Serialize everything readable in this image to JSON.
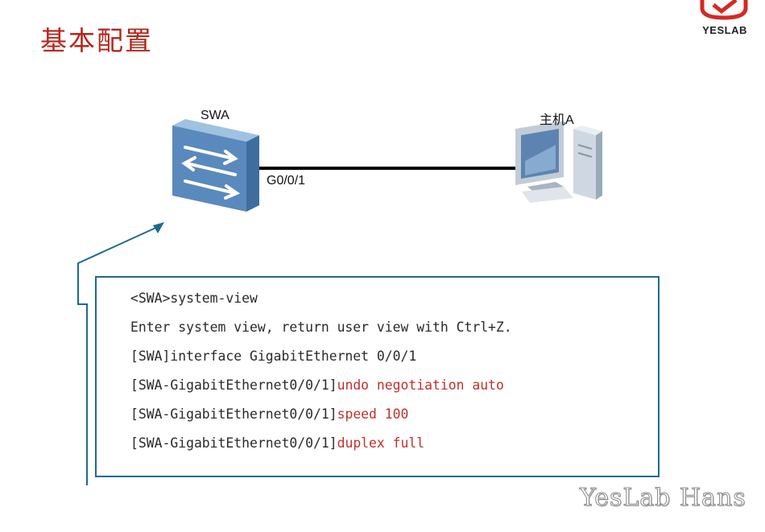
{
  "slide": {
    "title": "基本配置"
  },
  "logo": {
    "text": "YESLAB"
  },
  "topology": {
    "switch_name": "SWA",
    "host_name": "主机A",
    "port_label": "G0/0/1"
  },
  "cli": {
    "lines": [
      {
        "prompt": "<SWA>system-view",
        "command": ""
      },
      {
        "prompt": "Enter system view, return user view with Ctrl+Z.",
        "command": ""
      },
      {
        "prompt": "[SWA]interface GigabitEthernet 0/0/1",
        "command": ""
      },
      {
        "prompt": "[SWA-GigabitEthernet0/0/1]",
        "command": "undo negotiation auto"
      },
      {
        "prompt": "[SWA-GigabitEthernet0/0/1]",
        "command": "speed 100"
      },
      {
        "prompt": "[SWA-GigabitEthernet0/0/1]",
        "command": "duplex full"
      }
    ]
  },
  "watermark": {
    "text": "YesLab Hans"
  },
  "colors": {
    "title": "#b5271d",
    "command": "#c0302a",
    "border": "#1d6b8a"
  }
}
